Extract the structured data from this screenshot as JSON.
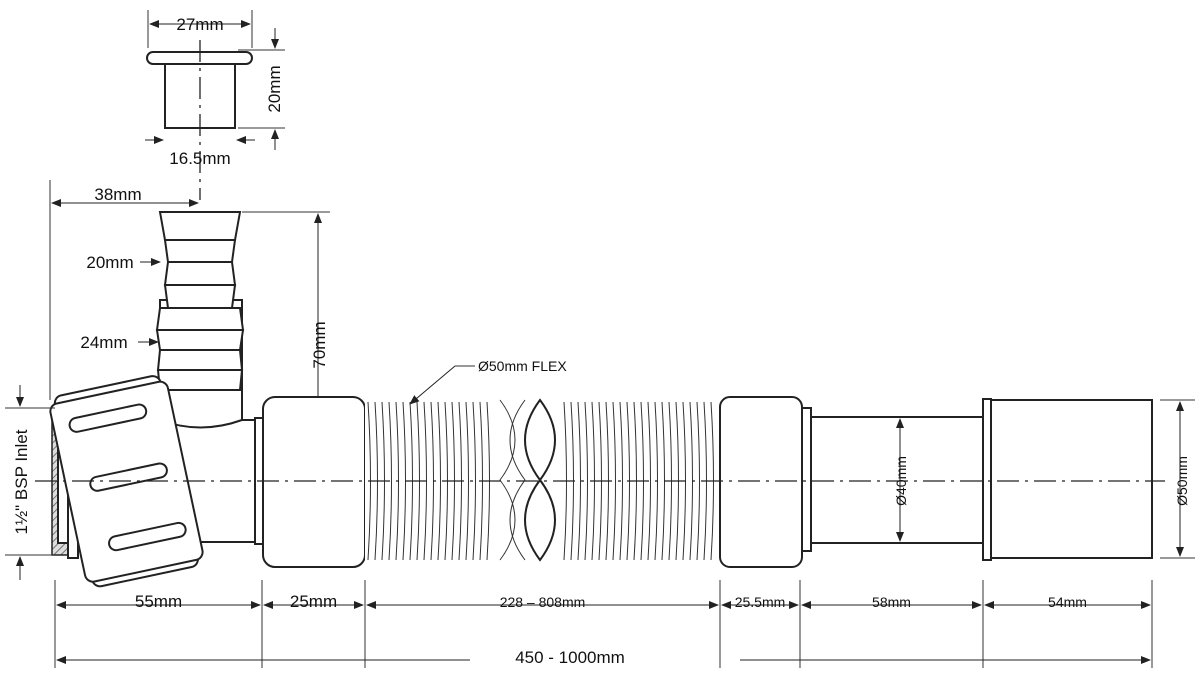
{
  "drawing": {
    "cap": {
      "width_label": "27mm",
      "height_label": "20mm",
      "inner_label": "16.5mm"
    },
    "hose_tail": {
      "height_label": "38mm",
      "small_dia_label": "20mm",
      "large_dia_label": "24mm"
    },
    "offset_label": "70mm",
    "flex_label": "Ø50mm FLEX",
    "inlet_label": "1½\" BSP Inlet",
    "outlet_inner_label": "Ø40mm",
    "outlet_outer_label": "Ø50mm",
    "segments": [
      "55mm",
      "25mm",
      "228 – 808mm",
      "25.5mm",
      "58mm",
      "54mm"
    ],
    "overall_label": "450 - 1000mm"
  }
}
